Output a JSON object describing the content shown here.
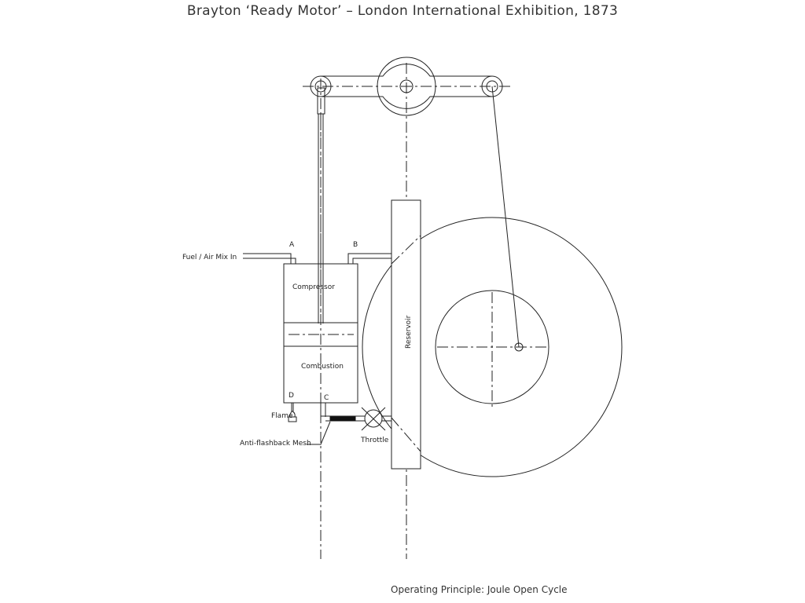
{
  "title": "Brayton ‘Ready Motor’ – London International Exhibition, 1873",
  "caption": "Operating Principle: Joule Open Cycle",
  "labels": {
    "fuel_in": "Fuel / Air Mix In",
    "point_a": "A",
    "point_b": "B",
    "point_c": "C",
    "point_d": "D",
    "compressor": "Compressor",
    "combustion": "Combustion",
    "flame": "Flame",
    "mesh": "Anti-flashback Mesh",
    "throttle": "Throttle",
    "reservoir": "Reservoir"
  }
}
